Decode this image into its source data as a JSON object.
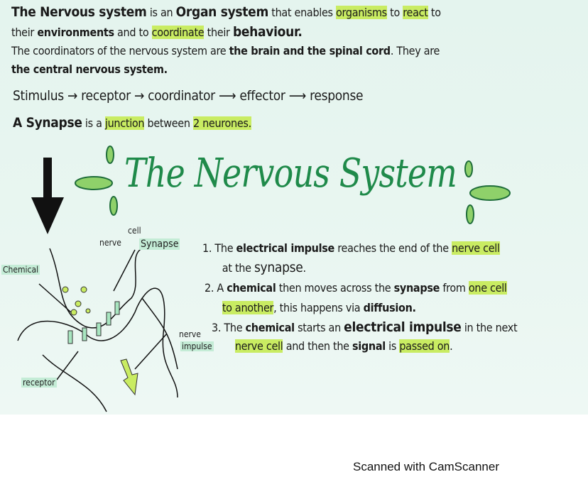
{
  "intro": [
    [
      {
        "t": "The Nervous system",
        "b": 1,
        "big": 1
      },
      {
        "t": " is an "
      },
      {
        "t": "Organ system",
        "b": 1,
        "big": 1
      },
      {
        "t": " that enables "
      },
      {
        "t": "organisms",
        "hl": 1
      },
      {
        "t": " to "
      },
      {
        "t": "react",
        "hl": 1
      },
      {
        "t": " to"
      }
    ],
    [
      {
        "t": "their "
      },
      {
        "t": "environments",
        "b": 1
      },
      {
        "t": " and to "
      },
      {
        "t": "coordinate",
        "hl": 1
      },
      {
        "t": " their "
      },
      {
        "t": "behaviour.",
        "b": 1,
        "big": 1
      }
    ],
    [
      {
        "t": "The coordinators of the nervous system are "
      },
      {
        "t": "the brain and the spinal cord",
        "b": 1
      },
      {
        "t": ". They are"
      }
    ],
    [
      {
        "t": "the central nervous system.",
        "b": 1
      }
    ],
    [
      {
        "t": "Stimulus → receptor → coordinator ⟶ effector ⟶ response",
        "big": 1
      }
    ],
    [
      {
        "t": "A Synapse",
        "b": 1,
        "big": 1
      },
      {
        "t": " is a "
      },
      {
        "t": "junction",
        "hl": 1
      },
      {
        "t": " between "
      },
      {
        "t": "2 neurones.",
        "hl": 1
      }
    ]
  ],
  "title": "The Nervous System",
  "diagram_labels": {
    "cell": "cell",
    "nerve": "nerve",
    "synapse": "Synapse",
    "chemical": "Chemical",
    "receptor": "receptor",
    "nerve_impulse_1": "nerve",
    "nerve_impulse_2": "impulse"
  },
  "points": [
    [
      {
        "t": "1. The "
      },
      {
        "t": "electrical impulse",
        "b": 1
      },
      {
        "t": " reaches the end of the "
      },
      {
        "t": "nerve cell",
        "hl": 1
      }
    ],
    [
      {
        "t": "   at the "
      },
      {
        "t": "synapse",
        "big": 1
      },
      {
        "t": "."
      }
    ],
    [
      {
        "t": "2. A "
      },
      {
        "t": "chemical",
        "b": 1
      },
      {
        "t": " then moves across the "
      },
      {
        "t": "synapse",
        "b": 1
      },
      {
        "t": " from "
      },
      {
        "t": "one cell",
        "hl": 1
      }
    ],
    [
      {
        "t": "   "
      },
      {
        "t": "to another",
        "hl": 1
      },
      {
        "t": ", this happens via "
      },
      {
        "t": "diffusion.",
        "b": 1
      }
    ],
    [
      {
        "t": "3. The "
      },
      {
        "t": "chemical",
        "b": 1
      },
      {
        "t": " starts an "
      },
      {
        "t": "electrical impulse",
        "b": 1,
        "big": 1
      },
      {
        "t": " in the next"
      }
    ],
    [
      {
        "t": "   "
      },
      {
        "t": "nerve cell",
        "hl": 1
      },
      {
        "t": " and then the "
      },
      {
        "t": "signal",
        "b": 1
      },
      {
        "t": " is "
      },
      {
        "t": "passed on",
        "hl": 1
      },
      {
        "t": "."
      }
    ]
  ],
  "footer": "Scanned with CamScanner",
  "colors": {
    "highlight": "#c9ec62",
    "title": "#1f8a4a",
    "paper": "#e6f5ef"
  }
}
